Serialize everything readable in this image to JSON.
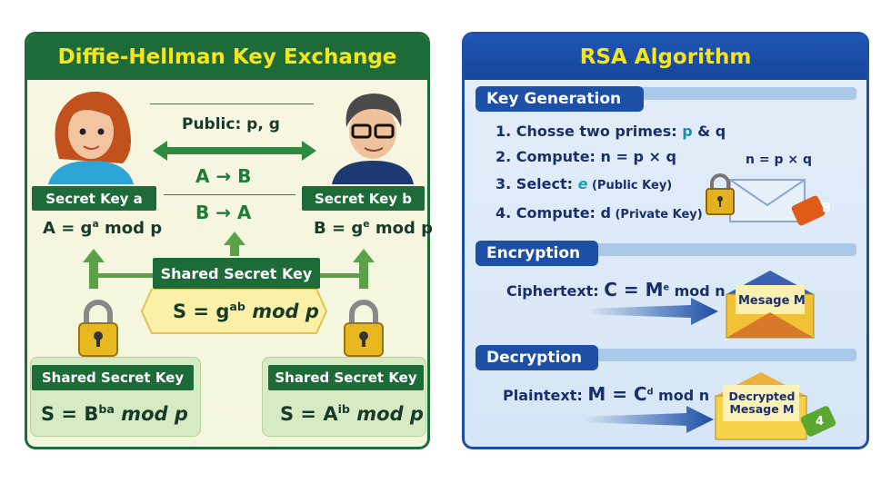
{
  "dh": {
    "title": "Diffie-Hellman Key Exchange",
    "public": "Public: p, g",
    "a_to_b": "A → B",
    "b_to_a": "B → A",
    "secret_a": "Secret Key a",
    "secret_b": "Secret Key b",
    "formula_a": {
      "base": "A = g",
      "exp": "a",
      "rest": " mod p"
    },
    "formula_b": {
      "base": "B = g",
      "exp": "e",
      "rest": " mod p"
    },
    "shared_label": "Shared Secret Key",
    "shared_formula": {
      "base": "S = g",
      "exp": "ab",
      "rest": " mod p"
    },
    "left_shared_label": "Shared Secret Key",
    "left_formula": {
      "base": "S = B",
      "exp": "ba",
      "rest": " mod p"
    },
    "right_shared_label": "Shared Secret Key",
    "right_formula": {
      "base": "S = A",
      "exp": "ib",
      "rest": " mod p"
    }
  },
  "rsa": {
    "title": "RSA Algorithm",
    "keygen": {
      "tab": "Key Generation",
      "steps": [
        {
          "num": "1.",
          "text": "Chosse two primes: ",
          "p": "p",
          "rest": " & q"
        },
        {
          "num": "2.",
          "text": "Compute: n = p × q"
        },
        {
          "num": "3.",
          "text": "Select: ",
          "e": "e",
          "rest": " (Public Key)"
        },
        {
          "num": "4.",
          "text": "Compute: d",
          "rest": " (Private Key)"
        }
      ],
      "side_formula": "n = p × q",
      "badge": "B"
    },
    "encryption": {
      "tab": "Encryption",
      "label": "Ciphertext: ",
      "formula": {
        "base": "C = M",
        "exp": "e",
        "rest": " mod n"
      },
      "envelope": "Mesage M"
    },
    "decryption": {
      "tab": "Decryption",
      "label": "Plaintext: ",
      "formula": {
        "base": "M = C",
        "exp": "d",
        "rest": " mod n"
      },
      "envelope": "Decrypted Mesage M",
      "badge": "4"
    }
  },
  "colors": {
    "dh_green": "#1e6b3a",
    "rsa_blue": "#1d4fa6",
    "title_yellow": "#f6e51e"
  }
}
